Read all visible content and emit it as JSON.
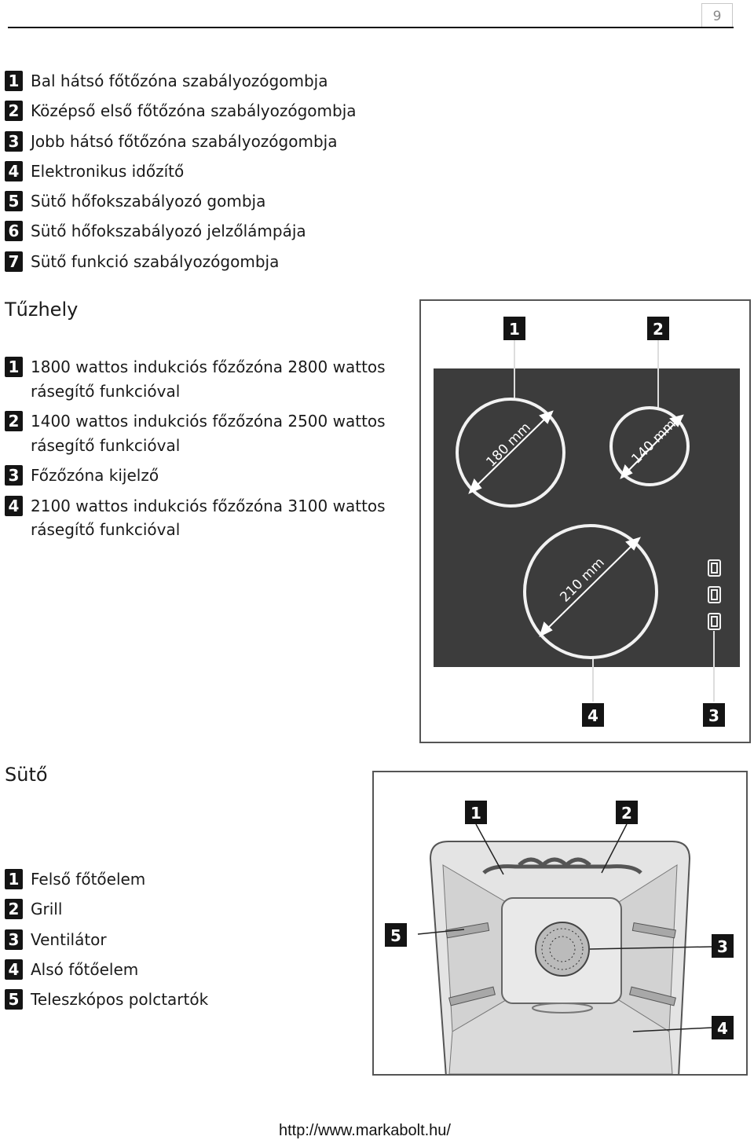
{
  "page": {
    "number": "9"
  },
  "controls": [
    {
      "num": "1",
      "text": "Bal hátsó főtőzóna szabályozógombja"
    },
    {
      "num": "2",
      "text": "Középső első főtőzóna szabályozógombja"
    },
    {
      "num": "3",
      "text": "Jobb hátsó főtőzóna szabályozógombja"
    },
    {
      "num": "4",
      "text": "Elektronikus időzítő"
    },
    {
      "num": "5",
      "text": "Sütő hőfokszabályozó gombja"
    },
    {
      "num": "6",
      "text": "Sütő hőfokszabályozó jelzőlámpája"
    },
    {
      "num": "7",
      "text": "Sütő funkció szabályozógombja"
    }
  ],
  "hob": {
    "heading": "Tűzhely",
    "items": [
      {
        "num": "1",
        "text": "1800 wattos indukciós főzőzóna 2800 wattos rásegítő funkcióval"
      },
      {
        "num": "2",
        "text": "1400 wattos indukciós főzőzóna 2500 wattos rásegítő funkcióval"
      },
      {
        "num": "3",
        "text": "Főzőzóna kijelző"
      },
      {
        "num": "4",
        "text": "2100 wattos indukciós főzőzóna 3100 wattos rásegítő funkcióval"
      }
    ],
    "diagram": {
      "callouts": [
        "1",
        "2",
        "3",
        "4"
      ],
      "zone_labels": [
        "180 mm",
        "140 mm",
        "210 mm"
      ],
      "colors": {
        "surface": "#3c3c3c",
        "zone_ring": "#f2f2f2",
        "badge": "#141414"
      }
    }
  },
  "oven": {
    "heading": "Sütő",
    "items": [
      {
        "num": "1",
        "text": "Felső főtőelem"
      },
      {
        "num": "2",
        "text": "Grill"
      },
      {
        "num": "3",
        "text": "Ventilátor"
      },
      {
        "num": "4",
        "text": "Alsó főtőelem"
      },
      {
        "num": "5",
        "text": "Teleszkópos polctartók"
      }
    ],
    "diagram": {
      "callouts": [
        "1",
        "2",
        "3",
        "4",
        "5"
      ]
    }
  },
  "footer": {
    "url": "http://www.markabolt.hu/"
  }
}
